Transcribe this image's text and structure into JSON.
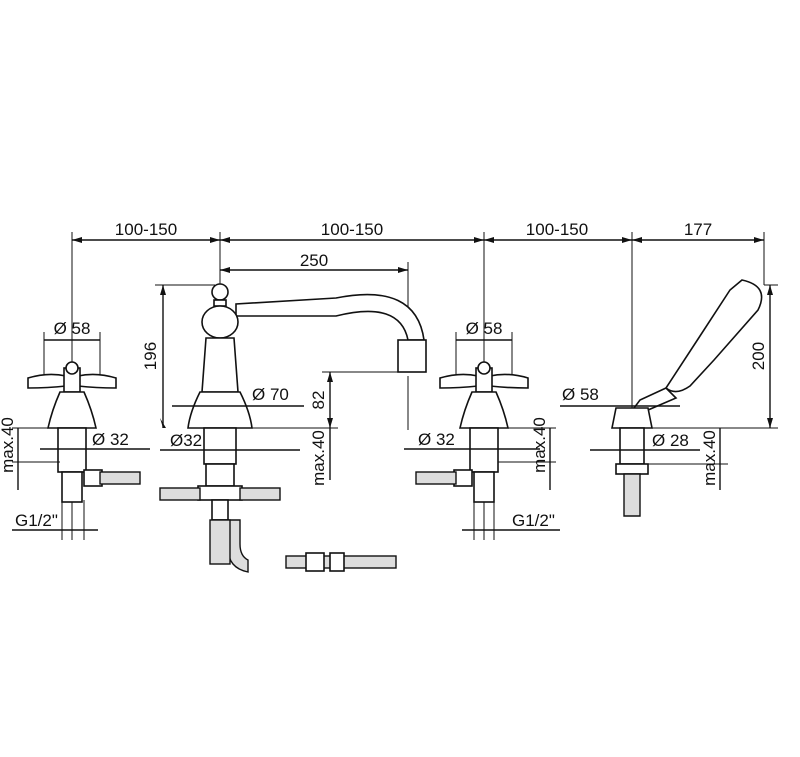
{
  "dimensions": {
    "spacing_1": "100-150",
    "spacing_2": "100-150",
    "spacing_3": "100-150",
    "handshower_offset": "177",
    "spout_reach": "250",
    "spout_height": "196",
    "spout_clearance": "82",
    "handshower_height": "200",
    "left_handle_dia": "Ø 58",
    "left_shank_dia": "Ø 32",
    "left_max": "max.40",
    "left_thread": "G1/2\"",
    "spout_base_dia": "Ø 70",
    "spout_shank_dia": "Ø32",
    "spout_max": "max.40",
    "right_handle_dia": "Ø 58",
    "right_shank_dia": "Ø 32",
    "right_max": "max.40",
    "right_thread": "G1/2\"",
    "hs_base_dia": "Ø 58",
    "hs_shank_dia": "Ø 28",
    "hs_max": "max.40"
  }
}
